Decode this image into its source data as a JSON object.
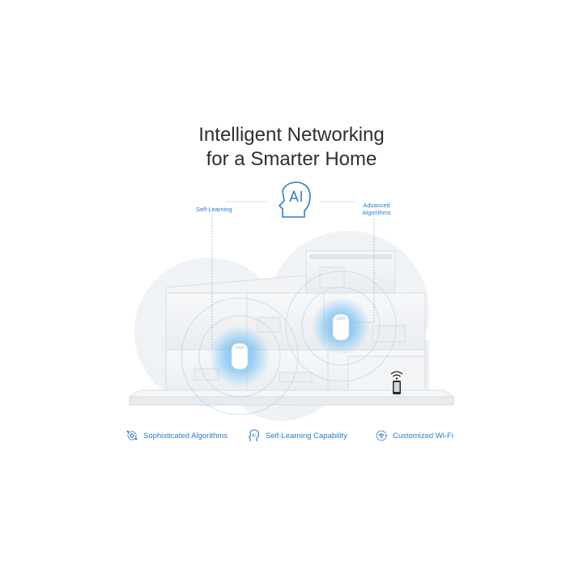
{
  "headline": {
    "line1": "Intelligent Networking",
    "line2": "for a Smarter Home"
  },
  "callouts": {
    "self_learning": "Self-Learning",
    "advanced_line1": "Advanced",
    "advanced_line2": "Algorithms"
  },
  "center_icon": "ai-head-icon",
  "features": [
    {
      "label": "Sophisticated Algorithms",
      "icon": "algorithm-gear-icon"
    },
    {
      "label": "Self-Learning Capability",
      "icon": "ai-head-icon"
    },
    {
      "label": "Customized Wi-Fi",
      "icon": "wifi-gear-icon"
    }
  ],
  "colors": {
    "accent": "#2b7bd0",
    "heading": "#2f2f2f",
    "glow": "#3ea8f5"
  }
}
